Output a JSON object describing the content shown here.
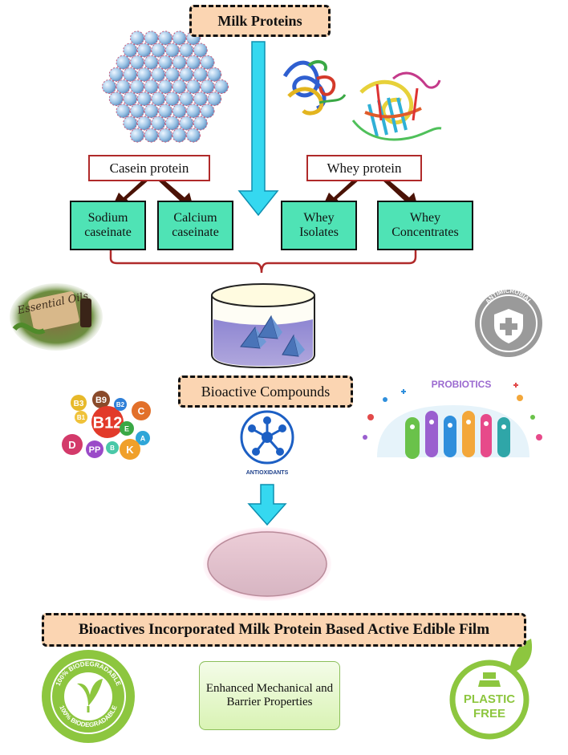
{
  "title": "Milk Proteins",
  "casein": {
    "label": "Casein protein",
    "children": [
      "Sodium caseinate",
      "Calcium caseinate"
    ]
  },
  "whey": {
    "label": "Whey protein",
    "children": [
      "Whey Isolates",
      "Whey Concentrates"
    ]
  },
  "bioactive_label": "Bioactive Compounds",
  "bioactive_images": {
    "essential_oils": "Essential Oils",
    "vitamins": [
      "B3",
      "B9",
      "B1",
      "B12",
      "B2",
      "C",
      "E",
      "A",
      "D",
      "PP",
      "B",
      "K"
    ],
    "antimicrobial": "ANTIMICROBIAL",
    "probiotics": "PROBIOTICS",
    "antioxidants": "ANTIOXIDANTS"
  },
  "final_film": "Bioactives Incorporated Milk Protein Based Active Edible Film",
  "properties": "Enhanced Mechanical and Barrier Properties",
  "badges": {
    "biodegradable": "100% BIODEGRADABLE",
    "plastic_free_1": "PLASTIC",
    "plastic_free_2": "FREE"
  },
  "colors": {
    "title_fill": "#fbd5b2",
    "green_box": "#4fe3b5",
    "arrow_cyan": "#35d8f0",
    "film_pink": "#e5c7d0",
    "liquid_purple": "#8f86cf"
  }
}
